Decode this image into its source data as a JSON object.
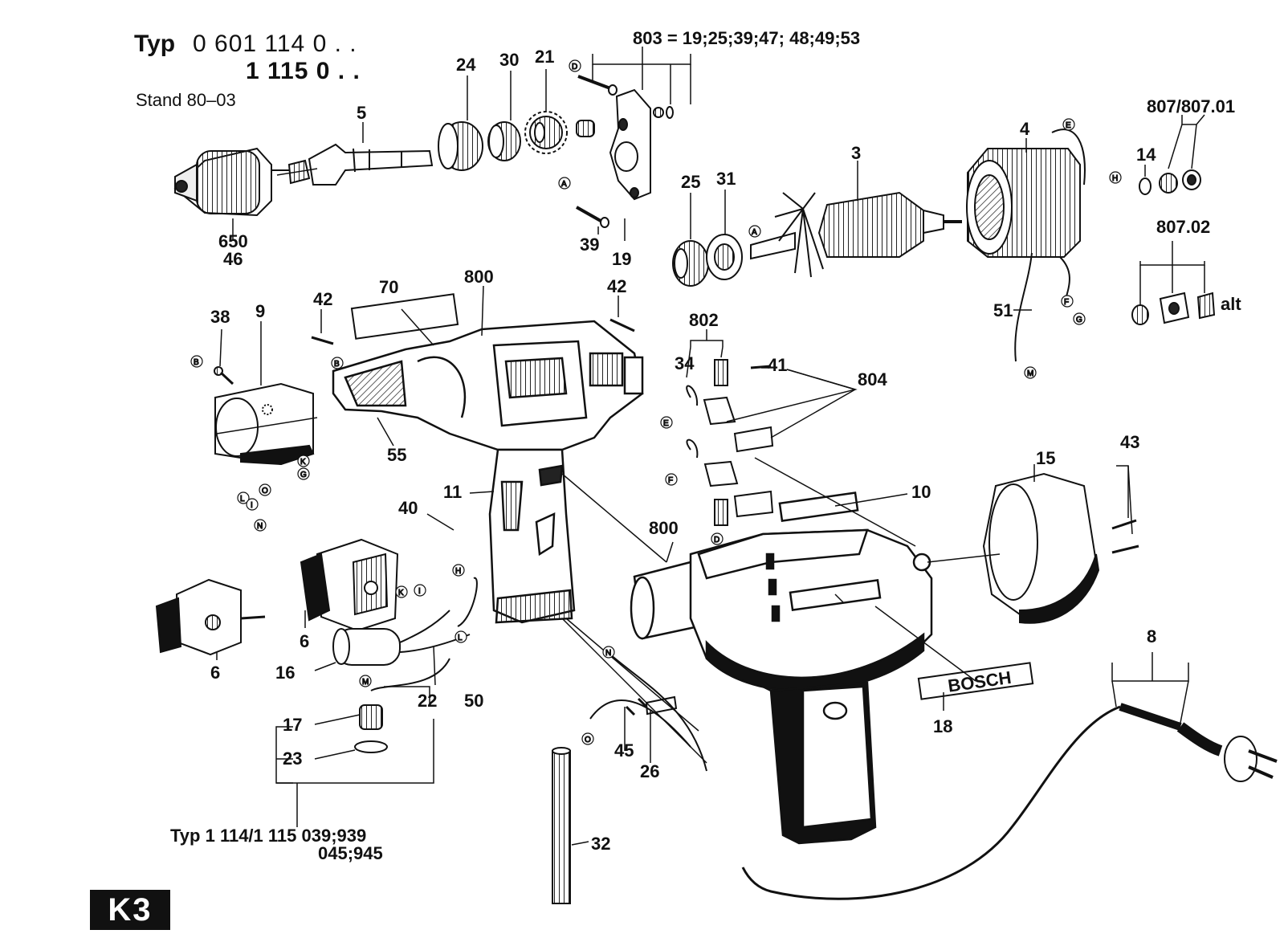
{
  "header": {
    "typ_label": "Typ",
    "typ_line1": "0 601 114 0 . .",
    "typ_line2": "1 115 0 . .",
    "stand": "Stand 80–03"
  },
  "sheet_id": "K3",
  "brand_label": "BOSCH",
  "variant_note": {
    "line1": "Typ 1 114/1 115 039;939",
    "line2": "045;945"
  },
  "group_labels": {
    "g803": "803 = 19;25;39;47; 48;49;53",
    "g807": "807/807.01",
    "g80702": "807.02",
    "alt": "alt",
    "g802": "802",
    "g804": "804"
  },
  "part_numbers": {
    "p650": "650",
    "p46": "46",
    "p5": "5",
    "p24": "24",
    "p30": "30",
    "p21": "21",
    "p39": "39",
    "p19": "19",
    "p25": "25",
    "p31": "31",
    "p3": "3",
    "p4": "4",
    "p14": "14",
    "p51": "51",
    "p38": "38",
    "p9": "9",
    "p42a": "42",
    "p70": "70",
    "p800a": "800",
    "p42b": "42",
    "p34": "34",
    "p41": "41",
    "p55": "55",
    "p11": "11",
    "p40": "40",
    "p10": "10",
    "p800b": "800",
    "p15": "15",
    "p43": "43",
    "p6a": "6",
    "p6b": "6",
    "p16": "16",
    "p50": "50",
    "p22": "22",
    "p17": "17",
    "p23": "23",
    "p8": "8",
    "p18": "18",
    "p45": "45",
    "p26": "26",
    "p32": "32"
  },
  "callout_letters": {
    "A1": "A",
    "A2": "A",
    "B1": "B",
    "B2": "B",
    "D1": "D",
    "D2": "D",
    "E1": "E",
    "E2": "E",
    "F1": "F",
    "F2": "F",
    "G1": "G",
    "G2": "G",
    "H1": "H",
    "H2": "H",
    "K1": "K",
    "K2": "K",
    "L1": "L",
    "L2": "L",
    "I1": "I",
    "I2": "I",
    "M1": "M",
    "M2": "M",
    "N1": "N",
    "N2": "N",
    "O1": "O",
    "O2": "O"
  }
}
